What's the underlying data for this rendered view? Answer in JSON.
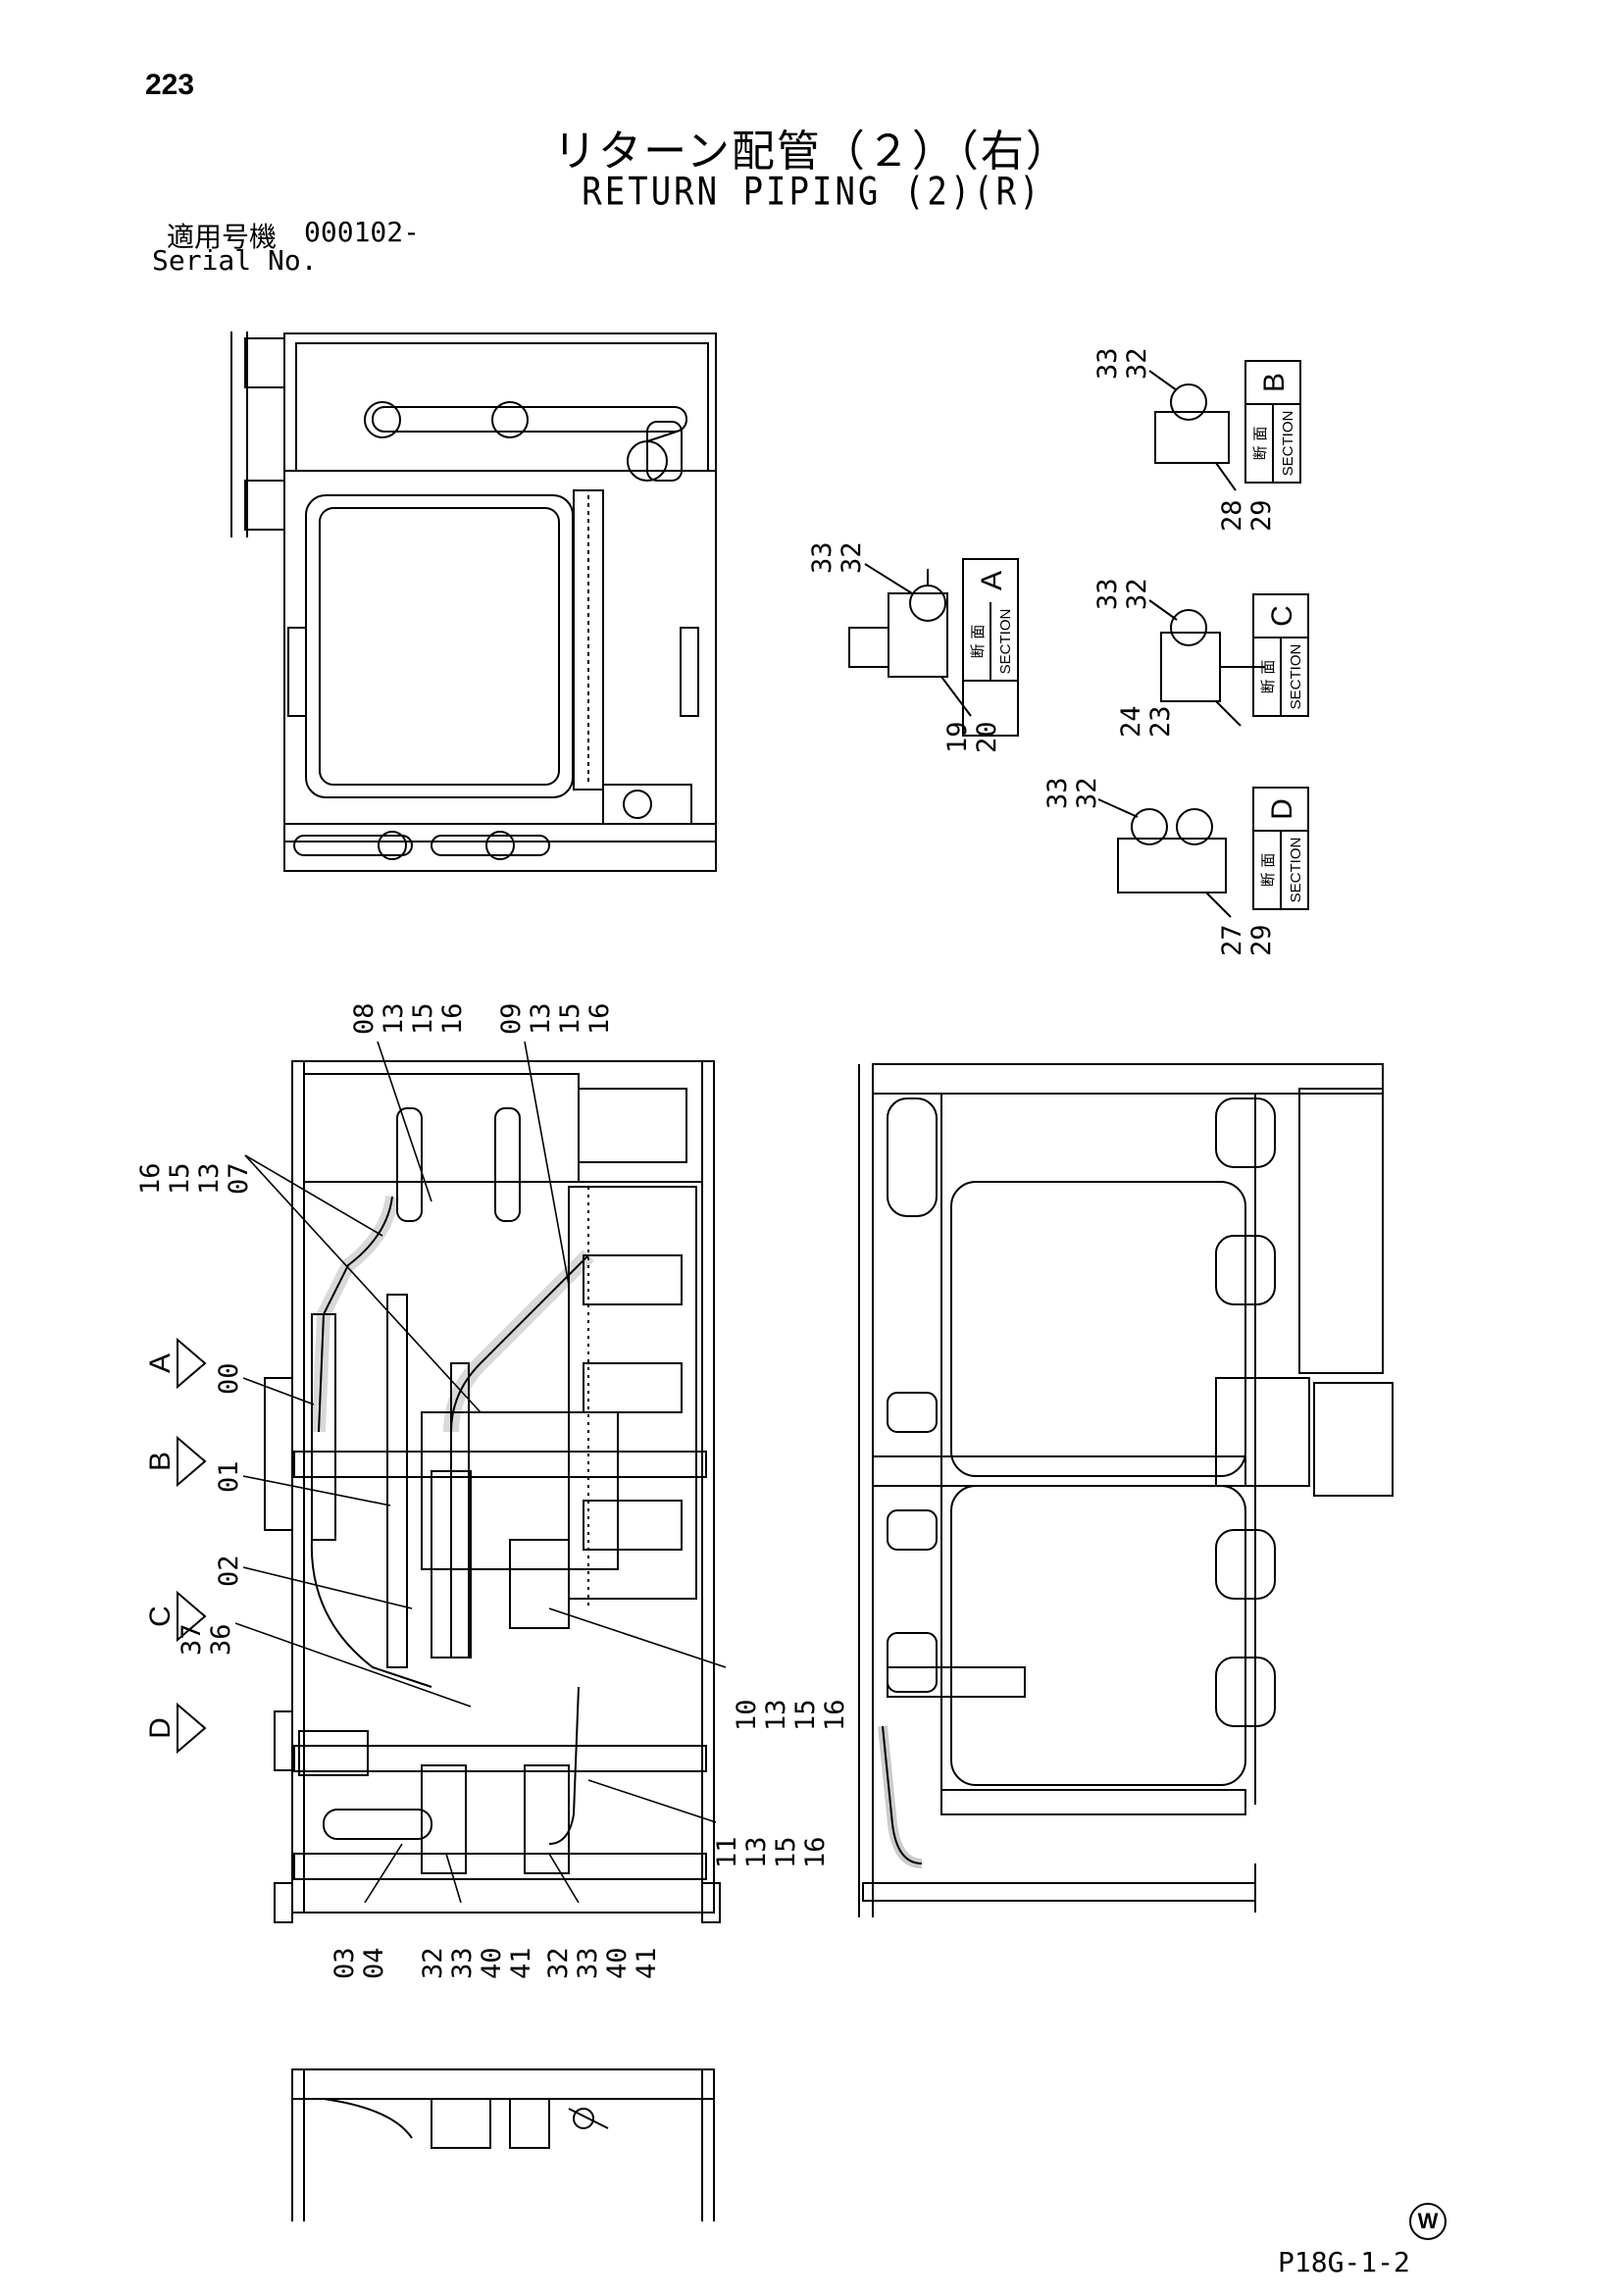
{
  "page_number": "223",
  "title_ja": "リターン配管（２）（右）",
  "title_en": "RETURN PIPING (2)(R)",
  "serial": {
    "label_ja": "適用号機",
    "value": "000102-",
    "label_en": "Serial No."
  },
  "doc_code": "P18G-1-2",
  "mark": "W",
  "section_box": {
    "ja": "断 面",
    "en": "SECTION"
  },
  "sections": [
    {
      "letter": "A",
      "labels_top": [
        "33",
        "32"
      ],
      "labels_bottom": [
        "19",
        "20"
      ]
    },
    {
      "letter": "B",
      "labels_top": [
        "33",
        "32"
      ],
      "labels_bottom": [
        "28",
        "29"
      ]
    },
    {
      "letter": "C",
      "labels_top": [
        "33",
        "32"
      ],
      "labels_bottom": [
        "24",
        "23"
      ]
    },
    {
      "letter": "D",
      "labels_top": [
        "33",
        "32"
      ],
      "labels_bottom": [
        "27",
        "29"
      ]
    }
  ],
  "view_markers": [
    "A",
    "B",
    "C",
    "D"
  ],
  "callouts": {
    "top_1": [
      "08",
      "13",
      "15",
      "16"
    ],
    "top_2": [
      "09",
      "13",
      "15",
      "16"
    ],
    "left_group": [
      "16",
      "15",
      "13",
      "07"
    ],
    "c00": "00",
    "c01": "01",
    "c02": "02",
    "c37": "37",
    "c36": "36",
    "right_1": [
      "10",
      "13",
      "15",
      "16"
    ],
    "right_2": [
      "11",
      "13",
      "15",
      "16"
    ],
    "bottom_1": [
      "03",
      "04"
    ],
    "bottom_2": [
      "32",
      "33",
      "40",
      "41"
    ],
    "bottom_3": [
      "32",
      "33",
      "40",
      "41"
    ]
  }
}
